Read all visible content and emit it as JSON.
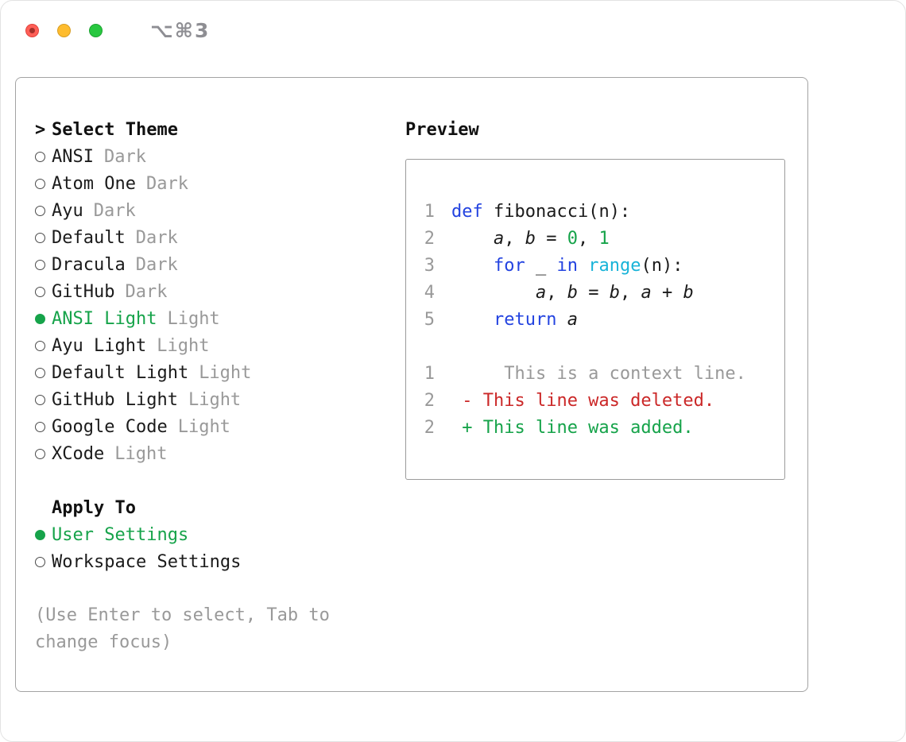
{
  "window": {
    "shortcut": "⌥⌘3"
  },
  "colors": {
    "accent_green": "#16a34a",
    "keyword_blue": "#2343e0",
    "builtin_cyan": "#18b3d8",
    "deleted_red": "#cb2828",
    "muted_gray": "#999999",
    "text_black": "#1b1b1b",
    "traffic_red": "#ff5f57",
    "traffic_yellow": "#febc2e",
    "traffic_green": "#28c840"
  },
  "theme_selector": {
    "prompt": ">",
    "title": "Select Theme",
    "items": [
      {
        "name": "ANSI",
        "variant": "Dark",
        "selected": false
      },
      {
        "name": "Atom One",
        "variant": "Dark",
        "selected": false
      },
      {
        "name": "Ayu",
        "variant": "Dark",
        "selected": false
      },
      {
        "name": "Default",
        "variant": "Dark",
        "selected": false
      },
      {
        "name": "Dracula",
        "variant": "Dark",
        "selected": false
      },
      {
        "name": "GitHub",
        "variant": "Dark",
        "selected": false
      },
      {
        "name": "ANSI Light",
        "variant": "Light",
        "selected": true
      },
      {
        "name": "Ayu Light",
        "variant": "Light",
        "selected": false
      },
      {
        "name": "Default Light",
        "variant": "Light",
        "selected": false
      },
      {
        "name": "GitHub Light",
        "variant": "Light",
        "selected": false
      },
      {
        "name": "Google Code",
        "variant": "Light",
        "selected": false
      },
      {
        "name": "XCode",
        "variant": "Light",
        "selected": false
      }
    ],
    "apply_to": {
      "title": "Apply To",
      "options": [
        {
          "label": "User Settings",
          "selected": true
        },
        {
          "label": "Workspace Settings",
          "selected": false
        }
      ]
    },
    "hint_lines": [
      "(Use Enter to select, Tab to",
      "change focus)"
    ]
  },
  "preview": {
    "title": "Preview",
    "code_lines": [
      {
        "num": "1",
        "tokens": [
          {
            "t": "def",
            "c": "kw"
          },
          {
            "t": " fibonacci(n):",
            "c": "plain"
          }
        ]
      },
      {
        "num": "2",
        "tokens": [
          {
            "t": "    ",
            "c": "plain"
          },
          {
            "t": "a",
            "c": "var"
          },
          {
            "t": ", ",
            "c": "plain"
          },
          {
            "t": "b",
            "c": "var"
          },
          {
            "t": " = ",
            "c": "plain"
          },
          {
            "t": "0",
            "c": "num"
          },
          {
            "t": ", ",
            "c": "plain"
          },
          {
            "t": "1",
            "c": "num"
          }
        ]
      },
      {
        "num": "3",
        "tokens": [
          {
            "t": "    ",
            "c": "plain"
          },
          {
            "t": "for",
            "c": "kw"
          },
          {
            "t": " _ ",
            "c": "plain"
          },
          {
            "t": "in",
            "c": "kw"
          },
          {
            "t": " ",
            "c": "plain"
          },
          {
            "t": "range",
            "c": "fn"
          },
          {
            "t": "(n):",
            "c": "plain"
          }
        ]
      },
      {
        "num": "4",
        "tokens": [
          {
            "t": "        ",
            "c": "plain"
          },
          {
            "t": "a",
            "c": "var"
          },
          {
            "t": ", ",
            "c": "plain"
          },
          {
            "t": "b",
            "c": "var"
          },
          {
            "t": " = ",
            "c": "plain"
          },
          {
            "t": "b",
            "c": "var"
          },
          {
            "t": ", ",
            "c": "plain"
          },
          {
            "t": "a",
            "c": "var"
          },
          {
            "t": " + ",
            "c": "plain"
          },
          {
            "t": "b",
            "c": "var"
          }
        ]
      },
      {
        "num": "5",
        "tokens": [
          {
            "t": "    ",
            "c": "plain"
          },
          {
            "t": "return",
            "c": "kw"
          },
          {
            "t": " ",
            "c": "plain"
          },
          {
            "t": "a",
            "c": "var"
          }
        ]
      }
    ],
    "diff_lines": [
      {
        "num": "1",
        "kind": "context",
        "text": "     This is a context line."
      },
      {
        "num": "2",
        "kind": "deleted",
        "text": " - This line was deleted."
      },
      {
        "num": "2",
        "kind": "added",
        "text": " + This line was added."
      }
    ]
  }
}
